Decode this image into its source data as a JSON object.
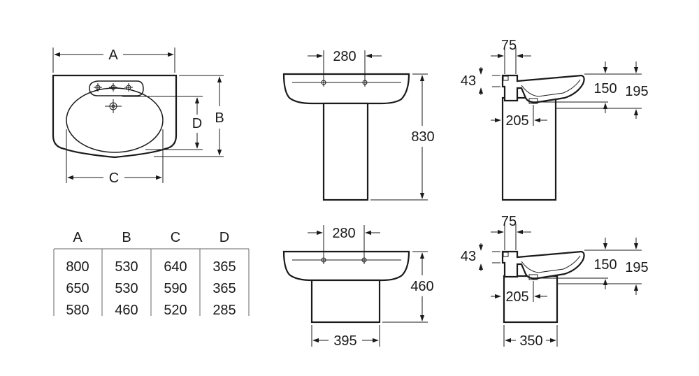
{
  "plan_labels": {
    "a": "A",
    "b": "B",
    "c": "C",
    "d": "D"
  },
  "front_pedestal": {
    "tap_spacing": "280",
    "height": "830"
  },
  "front_semi_pedestal": {
    "tap_spacing": "280",
    "height": "460",
    "pedestal_width": "395"
  },
  "side_pedestal": {
    "tap_offset": "75",
    "rim_thickness": "43",
    "bowl_depth": "150",
    "overall_depth": "195",
    "waste_offset": "205"
  },
  "side_semi_pedestal": {
    "tap_offset": "75",
    "rim_thickness": "43",
    "bowl_depth": "150",
    "overall_depth": "195",
    "waste_offset": "205",
    "pedestal_depth": "350"
  },
  "size_table": {
    "headers": [
      "A",
      "B",
      "C",
      "D"
    ],
    "rows": [
      [
        "800",
        "530",
        "640",
        "365"
      ],
      [
        "650",
        "530",
        "590",
        "365"
      ],
      [
        "580",
        "460",
        "520",
        "285"
      ]
    ]
  }
}
